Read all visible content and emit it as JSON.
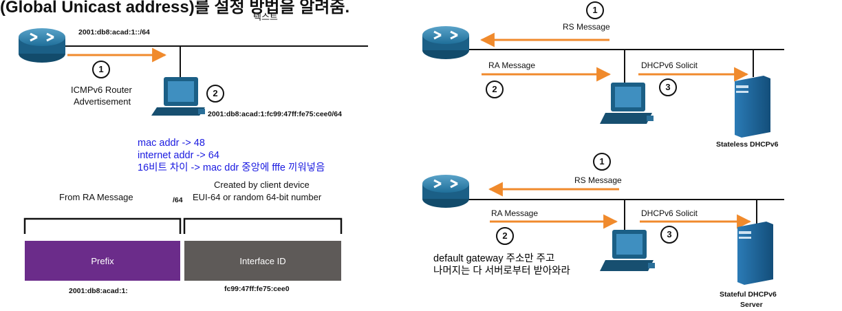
{
  "header": {
    "title": "(Global Unicast address)를 설정 방법을 알려줌.",
    "caption": "텍스트"
  },
  "left_diagram": {
    "prefix_label": "2001:db8:acad:1::/64",
    "step1": "1",
    "step2": "2",
    "ra_label_line1": "ICMPv6 Router",
    "ra_label_line2": "Advertisement",
    "host_address": "2001:db8:acad:1:fc99:47ff:fe75:cee0/64",
    "notes": [
      "mac addr -> 48",
      "internet addr -> 64",
      "16비트 차이 -> mac ddr 중앙에 fffe 끼워넣음"
    ],
    "created_by_line1": "Created by client device",
    "created_by_line2": "EUI-64 or random 64-bit number",
    "from_ra": "From RA Message",
    "slash64": "/64",
    "prefix_box": "Prefix",
    "interface_box": "Interface ID",
    "prefix_value": "2001:db8:acad:1:",
    "interface_value": "fc99:47ff:fe75:cee0"
  },
  "stateless_diagram": {
    "step1": "1",
    "step2": "2",
    "step3": "3",
    "rs_label": "RS Message",
    "ra_label": "RA Message",
    "dhcp_label": "DHCPv6 Solicit",
    "server_label": "Stateless DHCPv6"
  },
  "stateful_diagram": {
    "step1": "1",
    "step2": "2",
    "step3": "3",
    "rs_label": "RS Message",
    "ra_label": "RA Message",
    "dhcp_label": "DHCPv6 Solicit",
    "server_label_line1": "Stateful DHCPv6",
    "server_label_line2": "Server",
    "note_line1": "default gateway 주소만 주고",
    "note_line2": "나머지는 다 서버로부터 받아와라"
  },
  "colors": {
    "arrow": "#f08a2c",
    "prefix_box": "#6b2c8a",
    "interface_box": "#5e5a58",
    "router": "#1b5f86",
    "server": "#1d6aa1"
  }
}
